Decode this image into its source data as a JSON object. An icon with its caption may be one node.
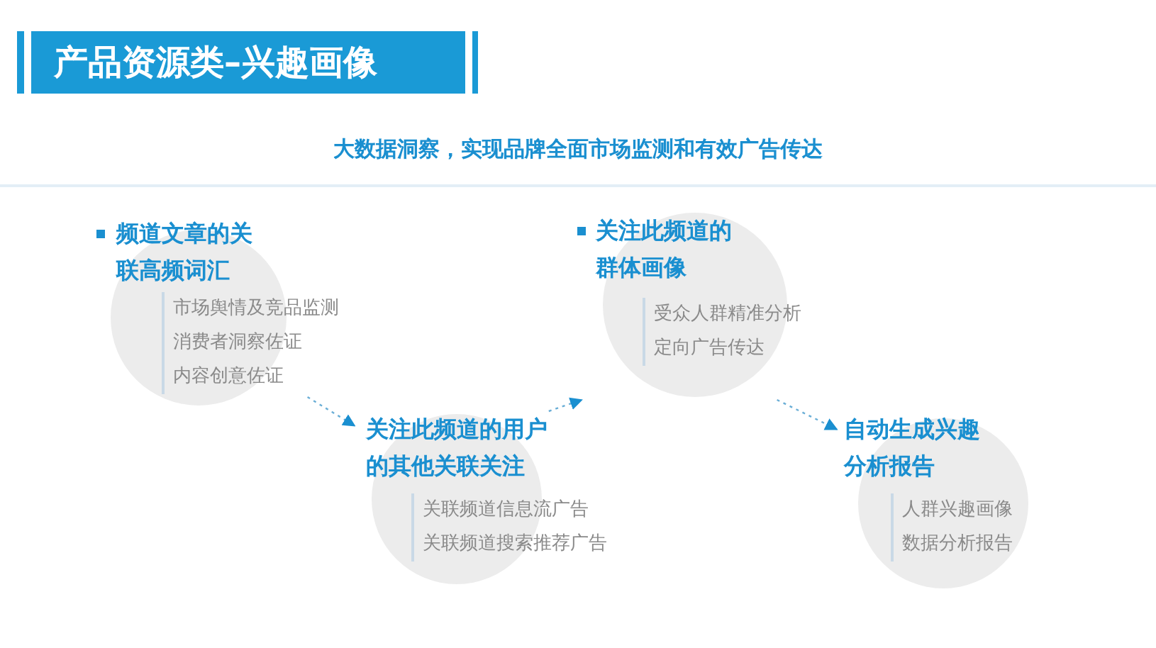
{
  "diagram": {
    "title": "产品资源类–兴趣画像",
    "nodes": [
      {
        "text": [
          "频道文章的关联高频词汇",
          "市场舆情及竞品监测",
          "消费者洞察佐证",
          "内容创意佐证"
        ]
      },
      {
        "text": [
          "关注此频道的用户的其他关联关注",
          "关联频道信息流广告",
          "关联频道搜索推荐广告"
        ]
      },
      {
        "text": [
          "关注此频道的群体画像",
          "受众人群精准分析",
          "定向广告传达"
        ]
      },
      {
        "text": [
          "自动生成兴趣分析报告",
          "人群兴趣画像",
          "数据分析报告"
        ]
      }
    ],
    "edges": [
      {
        "from": 0,
        "to": 1,
        "arrow": "to",
        "style": "dashed"
      },
      {
        "from": 1,
        "to": 2,
        "arrow": "to",
        "style": "dashed"
      },
      {
        "from": 2,
        "to": 3,
        "arrow": "to",
        "style": "dashed"
      }
    ],
    "labels": [
      "大数据洞察，实现品牌全面市场监测和有效广告传达"
    ]
  }
}
